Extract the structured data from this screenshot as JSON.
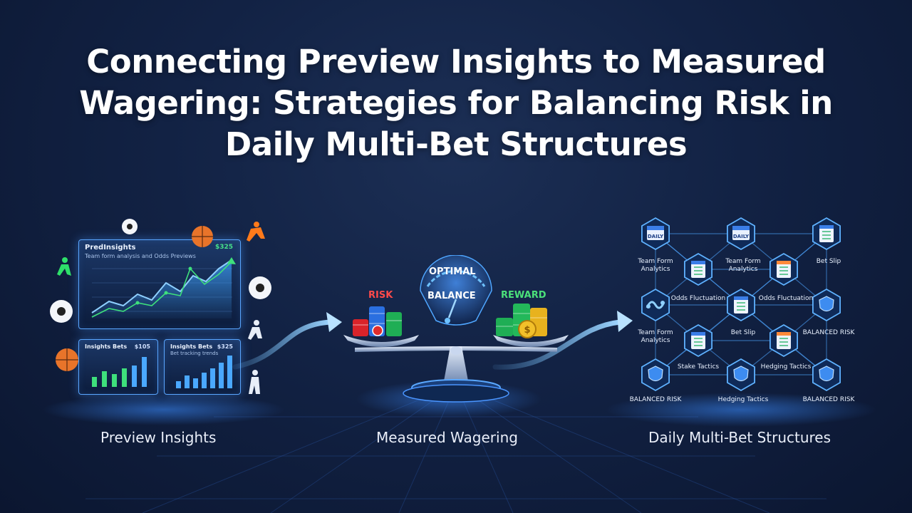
{
  "title": "Connecting Preview Insights to Measured Wagering: Strategies for Balancing Risk in Daily Multi-Bet Structures",
  "captions": {
    "left": "Preview Insights",
    "center": "Measured Wagering",
    "right": "Daily Multi-Bet Structures"
  },
  "left_panels": {
    "main": {
      "title": "PredInsights",
      "subtitle": "Team form analysis and Odds Previews",
      "value": "$325"
    },
    "bottom_left": {
      "title": "Insights Bets",
      "value": "$105"
    },
    "bottom_right": {
      "title": "Insights Bets",
      "subtitle": "Bet tracking trends",
      "value": "$325"
    }
  },
  "scale": {
    "top": "OPTIMAL",
    "middle": "BALANCE",
    "left": "RISK",
    "right": "REWARD"
  },
  "network": {
    "top_icons": [
      "DAILY",
      "DAILY"
    ],
    "labels": {
      "team_form_1": "Team Form Analytics",
      "team_form_2": "Team Form Analytics",
      "bet_slip_top": "Bet Slip",
      "odds_1": "Odds Fluctuation",
      "odds_2": "Odds Fluctuation",
      "team_form_3": "Team Form Analytics",
      "bet_slip_mid": "Bet Slip",
      "balanced_1": "BALANCED RISK",
      "stake": "Stake Tactics",
      "hedging_1": "Hedging Tactics",
      "balanced_2": "BALANCED RISK",
      "hedging_2": "Hedging Tactics",
      "balanced_3": "BALANCED RISK"
    }
  },
  "colors": {
    "accent": "#3b9bff",
    "risk": "#ff4a4a",
    "reward": "#4be07a",
    "background": "#122244"
  }
}
